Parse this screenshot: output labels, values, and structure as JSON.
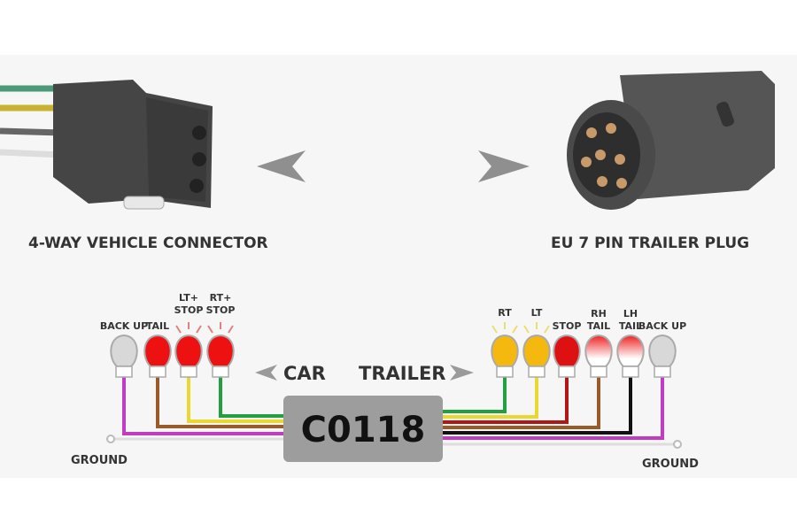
{
  "top": {
    "left_label": "4-WAY VEHICLE CONNECTOR",
    "right_label": "EU 7 PIN TRAILER PLUG"
  },
  "module": {
    "code": "C0118",
    "car_label": "CAR",
    "trailer_label": "TRAILER"
  },
  "car_side": {
    "ground_label": "GROUND",
    "bulbs": [
      {
        "label": "BACK UP",
        "color": "#d8d8d8",
        "wire": "#c23cc2"
      },
      {
        "label": "TAIL",
        "color": "#ee1111",
        "wire": "#9a5a2a"
      },
      {
        "label_line1": "LT+",
        "label_line2": "STOP",
        "color": "#ee1111",
        "wire": "#e8d830"
      },
      {
        "label_line1": "RT+",
        "label_line2": "STOP",
        "color": "#ee1111",
        "wire": "#22a040"
      }
    ]
  },
  "trailer_side": {
    "ground_label": "GROUND",
    "bulbs": [
      {
        "label": "RT",
        "color": "#f5b80f",
        "wire": "#22a040"
      },
      {
        "label": "LT",
        "color": "#f5b80f",
        "wire": "#e8d830"
      },
      {
        "label": "STOP",
        "color": "#dd1111",
        "wire": "#b01818"
      },
      {
        "label_line1": "RH",
        "label_line2": "TAIL",
        "color": "#ee3333",
        "wire": "#9a5a2a"
      },
      {
        "label_line1": "LH",
        "label_line2": "TAIL",
        "color": "#ee3333",
        "wire": "#111111"
      },
      {
        "label": "BACK UP",
        "color": "#d8d8d8",
        "wire": "#c23cc2"
      }
    ]
  }
}
